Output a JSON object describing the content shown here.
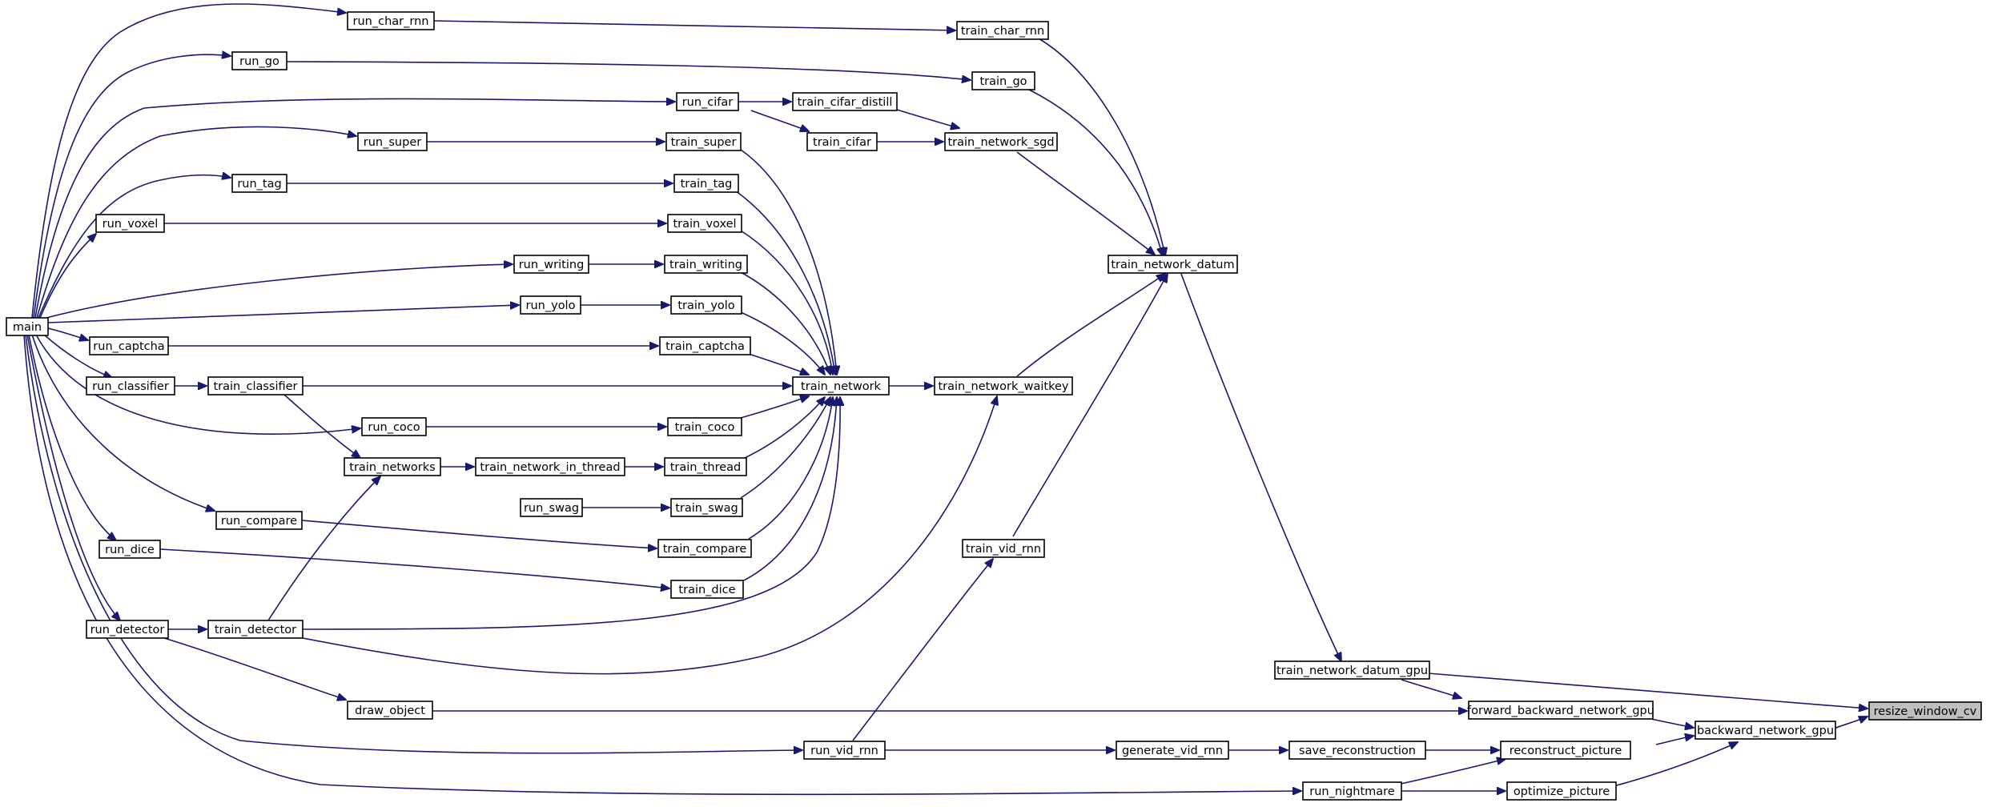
{
  "graph": {
    "title": "",
    "direction": "right-to-left",
    "edge_color": "#191970",
    "highlight_color": "#bfbfbf",
    "nodes": {
      "resize_window_cv": "resize_window_cv",
      "train_network_datum_gpu": "train_network_datum_gpu",
      "forward_backward_network_gpu": "forward_backward_network_gpu",
      "backward_network_gpu": "backward_network_gpu",
      "reconstruct_picture": "reconstruct_picture",
      "optimize_picture": "optimize_picture",
      "run_nightmare": "run_nightmare",
      "save_reconstruction": "save_reconstruction",
      "generate_vid_rnn": "generate_vid_rnn",
      "run_vid_rnn": "run_vid_rnn",
      "draw_object": "draw_object",
      "run_detector": "run_detector",
      "train_detector": "train_detector",
      "train_network_datum": "train_network_datum",
      "train_char_rnn": "train_char_rnn",
      "run_char_rnn": "run_char_rnn",
      "train_go": "train_go",
      "run_go": "run_go",
      "train_network_sgd": "train_network_sgd",
      "train_cifar_distill": "train_cifar_distill",
      "train_cifar": "train_cifar",
      "run_cifar": "run_cifar",
      "train_network_waitkey": "train_network_waitkey",
      "train_network": "train_network",
      "train_vid_rnn": "train_vid_rnn",
      "train_super": "train_super",
      "run_super": "run_super",
      "train_tag": "train_tag",
      "run_tag": "run_tag",
      "train_voxel": "train_voxel",
      "run_voxel": "run_voxel",
      "train_writing": "train_writing",
      "run_writing": "run_writing",
      "train_yolo": "train_yolo",
      "run_yolo": "run_yolo",
      "train_captcha": "train_captcha",
      "run_captcha": "run_captcha",
      "train_classifier": "train_classifier",
      "run_classifier": "run_classifier",
      "train_coco": "train_coco",
      "run_coco": "run_coco",
      "train_thread": "train_thread",
      "train_network_in_thread": "train_network_in_thread",
      "train_networks": "train_networks",
      "train_swag": "train_swag",
      "run_swag": "run_swag",
      "train_compare": "train_compare",
      "run_compare": "run_compare",
      "train_dice": "train_dice",
      "run_dice": "run_dice",
      "main": "main"
    },
    "edges": [
      [
        "train_network_datum_gpu",
        "resize_window_cv"
      ],
      [
        "backward_network_gpu",
        "resize_window_cv"
      ],
      [
        "forward_backward_network_gpu",
        "backward_network_gpu"
      ],
      [
        "reconstruct_picture",
        "backward_network_gpu"
      ],
      [
        "optimize_picture",
        "backward_network_gpu"
      ],
      [
        "train_network_datum",
        "train_network_datum_gpu"
      ],
      [
        "train_network_datum_gpu",
        "forward_backward_network_gpu"
      ],
      [
        "draw_object",
        "forward_backward_network_gpu"
      ],
      [
        "save_reconstruction",
        "reconstruct_picture"
      ],
      [
        "run_nightmare",
        "reconstruct_picture"
      ],
      [
        "run_nightmare",
        "optimize_picture"
      ],
      [
        "generate_vid_rnn",
        "save_reconstruction"
      ],
      [
        "run_vid_rnn",
        "generate_vid_rnn"
      ],
      [
        "run_vid_rnn",
        "train_vid_rnn"
      ],
      [
        "run_detector",
        "draw_object"
      ],
      [
        "train_char_rnn",
        "train_network_datum"
      ],
      [
        "train_go",
        "train_network_datum"
      ],
      [
        "train_network_sgd",
        "train_network_datum"
      ],
      [
        "train_network_waitkey",
        "train_network_datum"
      ],
      [
        "train_vid_rnn",
        "train_network_datum"
      ],
      [
        "run_char_rnn",
        "train_char_rnn"
      ],
      [
        "run_go",
        "train_go"
      ],
      [
        "train_cifar_distill",
        "train_network_sgd"
      ],
      [
        "train_cifar",
        "train_network_sgd"
      ],
      [
        "run_cifar",
        "train_cifar_distill"
      ],
      [
        "run_cifar",
        "train_cifar"
      ],
      [
        "train_network",
        "train_network_waitkey"
      ],
      [
        "train_detector",
        "train_network_waitkey"
      ],
      [
        "train_super",
        "train_network"
      ],
      [
        "train_tag",
        "train_network"
      ],
      [
        "train_voxel",
        "train_network"
      ],
      [
        "train_writing",
        "train_network"
      ],
      [
        "train_yolo",
        "train_network"
      ],
      [
        "train_captcha",
        "train_network"
      ],
      [
        "train_classifier",
        "train_network"
      ],
      [
        "train_coco",
        "train_network"
      ],
      [
        "train_thread",
        "train_network"
      ],
      [
        "train_swag",
        "train_network"
      ],
      [
        "train_compare",
        "train_network"
      ],
      [
        "train_dice",
        "train_network"
      ],
      [
        "train_detector",
        "train_network"
      ],
      [
        "run_super",
        "train_super"
      ],
      [
        "run_tag",
        "train_tag"
      ],
      [
        "run_voxel",
        "train_voxel"
      ],
      [
        "run_writing",
        "train_writing"
      ],
      [
        "run_yolo",
        "train_yolo"
      ],
      [
        "run_captcha",
        "train_captcha"
      ],
      [
        "run_classifier",
        "train_classifier"
      ],
      [
        "run_coco",
        "train_coco"
      ],
      [
        "train_network_in_thread",
        "train_thread"
      ],
      [
        "train_networks",
        "train_network_in_thread"
      ],
      [
        "train_classifier",
        "train_networks"
      ],
      [
        "train_detector",
        "train_networks"
      ],
      [
        "run_swag",
        "train_swag"
      ],
      [
        "run_compare",
        "train_compare"
      ],
      [
        "run_dice",
        "train_dice"
      ],
      [
        "run_detector",
        "train_detector"
      ],
      [
        "main",
        "run_char_rnn"
      ],
      [
        "main",
        "run_go"
      ],
      [
        "main",
        "run_cifar"
      ],
      [
        "main",
        "run_super"
      ],
      [
        "main",
        "run_tag"
      ],
      [
        "main",
        "run_voxel"
      ],
      [
        "main",
        "run_writing"
      ],
      [
        "main",
        "run_yolo"
      ],
      [
        "main",
        "run_captcha"
      ],
      [
        "main",
        "run_classifier"
      ],
      [
        "main",
        "run_coco"
      ],
      [
        "main",
        "run_compare"
      ],
      [
        "main",
        "run_dice"
      ],
      [
        "main",
        "run_detector"
      ],
      [
        "main",
        "run_vid_rnn"
      ],
      [
        "main",
        "run_nightmare"
      ]
    ]
  }
}
